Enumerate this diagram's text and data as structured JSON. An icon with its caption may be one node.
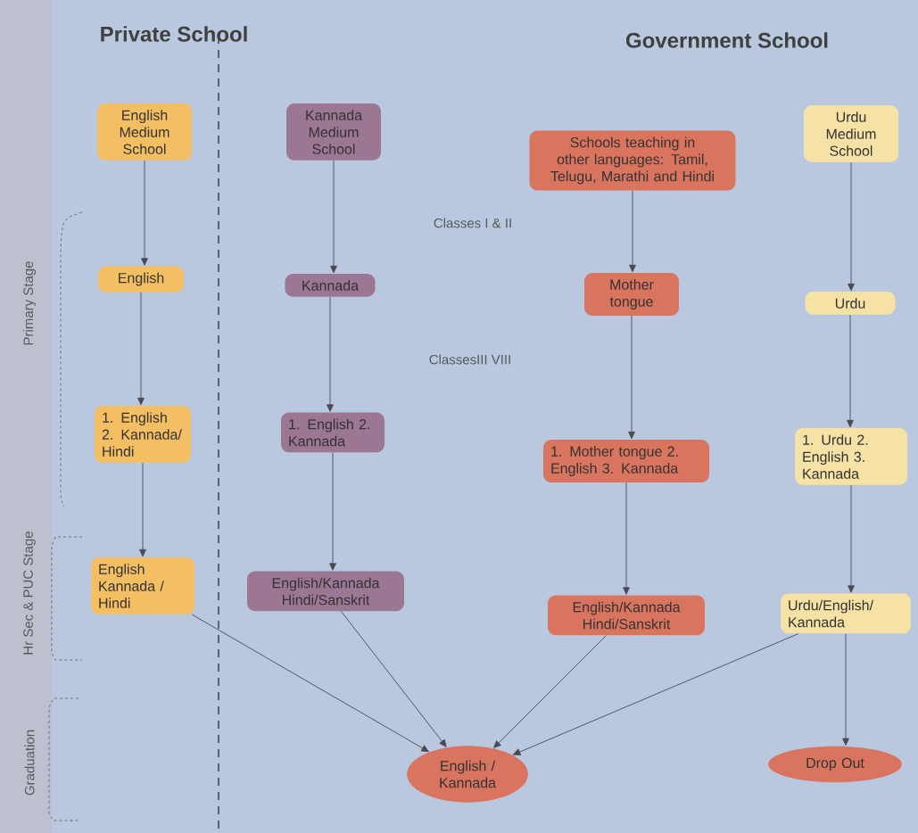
{
  "diagram": {
    "nodes": [
      {
        "text": [
          "English Medium School"
        ]
      },
      {
        "text": [
          "English"
        ]
      },
      {
        "text": [
          "1. English 2. Kannada/ Hindi"
        ]
      },
      {
        "text": [
          "English Kannada / Hindi"
        ]
      },
      {
        "text": [
          "Kannada Medium School"
        ]
      },
      {
        "text": [
          "Kannada"
        ]
      },
      {
        "text": [
          "1. English 2. Kannada"
        ]
      },
      {
        "text": [
          "English/Kannada Hindi/Sanskrit"
        ]
      },
      {
        "text": [
          "Schools teaching in other languages: Tamil, Telugu, Marathi and Hindi"
        ]
      },
      {
        "text": [
          "Mother tongue"
        ]
      },
      {
        "text": [
          "1. Mother tongue 2. English 3. Kannada"
        ]
      },
      {
        "text": [
          "English/Kannada Hindi/Sanskrit"
        ]
      },
      {
        "text": [
          "Urdu Medium School"
        ]
      },
      {
        "text": [
          "Urdu"
        ]
      },
      {
        "text": [
          "1. Urdu 2. English 3. Kannada"
        ]
      },
      {
        "text": [
          "Urdu/English/ Kannada"
        ]
      },
      {
        "text": [
          "English / Kannada"
        ]
      },
      {
        "text": [
          "Drop Out"
        ]
      }
    ],
    "edges": [
      {
        "from": 0,
        "to": 1,
        "arrow": "to"
      },
      {
        "from": 1,
        "to": 2,
        "arrow": "to"
      },
      {
        "from": 2,
        "to": 3,
        "arrow": "to"
      },
      {
        "from": 3,
        "to": 16,
        "arrow": "to"
      },
      {
        "from": 4,
        "to": 5,
        "arrow": "to"
      },
      {
        "from": 5,
        "to": 6,
        "arrow": "to"
      },
      {
        "from": 6,
        "to": 7,
        "arrow": "to"
      },
      {
        "from": 7,
        "to": 16,
        "arrow": "to"
      },
      {
        "from": 8,
        "to": 9,
        "arrow": "to"
      },
      {
        "from": 9,
        "to": 10,
        "arrow": "to"
      },
      {
        "from": 10,
        "to": 11,
        "arrow": "to"
      },
      {
        "from": 11,
        "to": 16,
        "arrow": "to"
      },
      {
        "from": 12,
        "to": 13,
        "arrow": "to"
      },
      {
        "from": 13,
        "to": 14,
        "arrow": "to"
      },
      {
        "from": 14,
        "to": 15,
        "arrow": "to"
      },
      {
        "from": 15,
        "to": 16,
        "arrow": "to"
      },
      {
        "from": 15,
        "to": 17,
        "arrow": "to"
      }
    ],
    "labels": [
      "Private School",
      "Government School",
      "Primary Stage",
      "Classes I & II",
      "ClassesIII VIII",
      "Hr Sec & PUC Stage",
      "Graduation"
    ]
  }
}
